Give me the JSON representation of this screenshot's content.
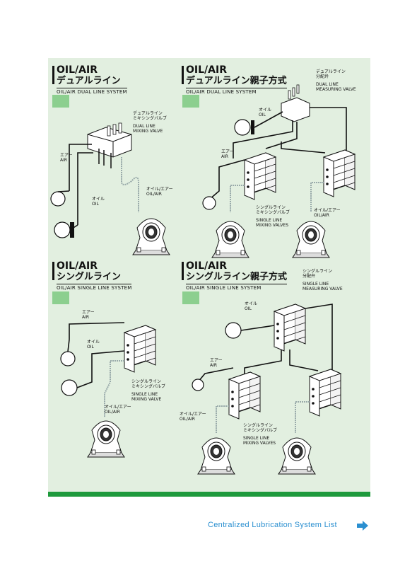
{
  "colors": {
    "panel": "#e2efe0",
    "accent": "#1e9a3c",
    "link": "#2a8fd0"
  },
  "systems": [
    {
      "title_en": "OIL/AIR",
      "title_jp": "デュアルライン",
      "subtitle": "OIL/AIR DUAL LINE SYSTEM",
      "valve_label_jp": "デュアルライン\nミキシングバルブ",
      "valve_label_en": "DUAL LINE\nMIXING VALVE",
      "air_jp": "エアー",
      "air_en": "AIR",
      "oil_jp": "オイル",
      "oil_en": "OIL",
      "oilair_jp": "オイル/エアー",
      "oilair_en": "OIL/AIR"
    },
    {
      "title_en": "OIL/AIR",
      "title_jp": "デュアルライン親子方式",
      "subtitle": "OIL/AIR DUAL LINE SYSTEM",
      "meas_label_jp": "デュアルライン\n分配弁",
      "meas_label_en": "DUAL LINE\nMEASURING VALVE",
      "oil_jp": "オイル",
      "oil_en": "OIL",
      "air_jp": "エアー",
      "air_en": "AIR",
      "valve_label_jp": "シングルライン\nミキシングバルブ",
      "valve_label_en": "SINGLE LINE\nMIXING VALVES",
      "oilair_jp": "オイル/エアー",
      "oilair_en": "OIL/AIR"
    },
    {
      "title_en": "OIL/AIR",
      "title_jp": "シングルライン",
      "subtitle": "OIL/AIR SINGLE LINE SYSTEM",
      "air_jp": "エアー",
      "air_en": "AIR",
      "oil_jp": "オイル",
      "oil_en": "OIL",
      "valve_label_jp": "シングルライン\nミキシングバルブ",
      "valve_label_en": "SINGLE LINE\nMIXING VALVE",
      "oilair_jp": "オイル/エアー",
      "oilair_en": "OIL/AIR"
    },
    {
      "title_en": "OIL/AIR",
      "title_jp": "シングルライン親子方式",
      "subtitle": "OIL/AIR SINGLE LINE SYSTEM",
      "meas_label_jp": "シングルライン\n分配弁",
      "meas_label_en": "SINGLE LINE\nMEASURING VALVE",
      "oil_jp": "オイル",
      "oil_en": "OIL",
      "air_jp": "エアー",
      "air_en": "AIR",
      "oilair_jp": "オイル/エアー",
      "oilair_en": "OIL/AIR",
      "valve_label_jp": "シングルライン\nミキシングバルブ",
      "valve_label_en": "SINGLE LINE\nMIXING VALVES"
    }
  ],
  "footer": {
    "link_text": "Centralized Lubrication System List",
    "arrow_icon": "arrow-right-icon"
  }
}
